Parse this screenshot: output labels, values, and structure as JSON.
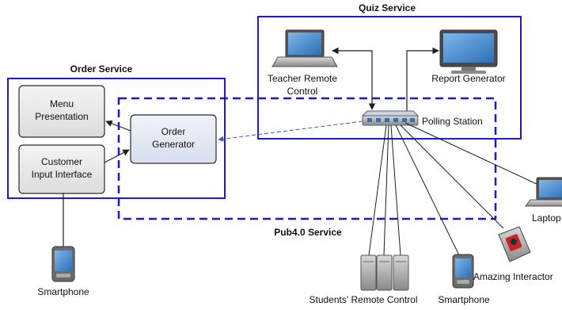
{
  "services": {
    "quiz": "Quiz Service",
    "order": "Order Service",
    "pub": "Pub4.0 Service"
  },
  "boxes": {
    "menu": [
      "Menu",
      "Presentation"
    ],
    "customer": [
      "Customer",
      "Input Interface"
    ],
    "generator": [
      "Order",
      "Generator"
    ]
  },
  "devices": {
    "teacher": [
      "Teacher Remote",
      "Control"
    ],
    "report": "Report Generator",
    "polling": "Polling Station",
    "laptop": "Laptop",
    "interactor": "Amazing Interactor",
    "students": "Students' Remote Control",
    "smartphone_left": "Smartphone",
    "smartphone_right": "Smartphone"
  },
  "colors": {
    "service_border": "#1a1adc",
    "box_fill": "#e9e9e9",
    "box_fill_blue": "#e8eef7",
    "arrow": "#1e1e1e",
    "dashed_arrow": "#3a56c8"
  }
}
